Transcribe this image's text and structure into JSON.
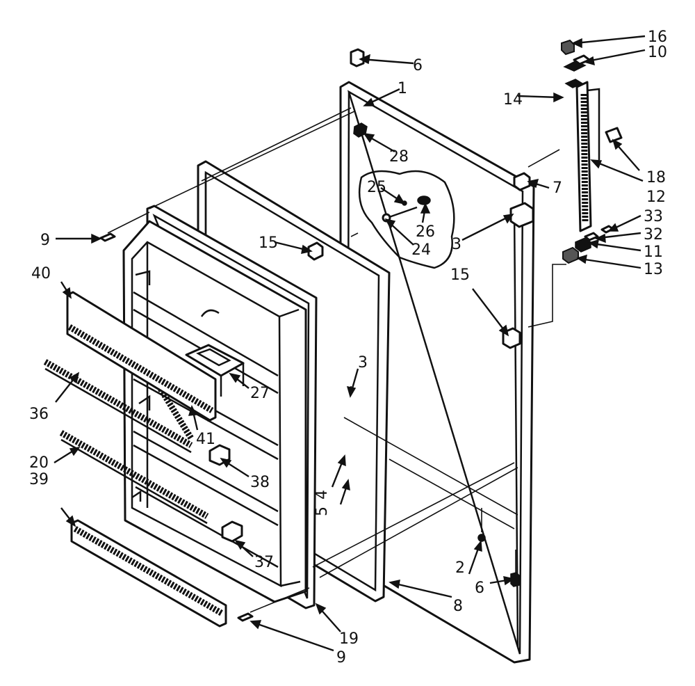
{
  "callouts": [
    {
      "id": "c1",
      "text": "1"
    },
    {
      "id": "c2",
      "text": "2"
    },
    {
      "id": "c3a",
      "text": "3"
    },
    {
      "id": "c3b",
      "text": "3"
    },
    {
      "id": "c5",
      "text": "5"
    },
    {
      "id": "c6a",
      "text": "6"
    },
    {
      "id": "c6b",
      "text": "6"
    },
    {
      "id": "c7",
      "text": "7"
    },
    {
      "id": "c8",
      "text": "8"
    },
    {
      "id": "c9a",
      "text": "9"
    },
    {
      "id": "c9b",
      "text": "9"
    },
    {
      "id": "c10",
      "text": "10"
    },
    {
      "id": "c11",
      "text": "11"
    },
    {
      "id": "c12",
      "text": "12"
    },
    {
      "id": "c13",
      "text": "13"
    },
    {
      "id": "c14",
      "text": "14"
    },
    {
      "id": "c15a",
      "text": "15"
    },
    {
      "id": "c15b",
      "text": "15"
    },
    {
      "id": "c16",
      "text": "16"
    },
    {
      "id": "c18",
      "text": "18"
    },
    {
      "id": "c19",
      "text": "19"
    },
    {
      "id": "c20",
      "text": "20"
    },
    {
      "id": "c24",
      "text": "24"
    },
    {
      "id": "c25",
      "text": "25"
    },
    {
      "id": "c26",
      "text": "26"
    },
    {
      "id": "c27",
      "text": "27"
    },
    {
      "id": "c28",
      "text": "28"
    },
    {
      "id": "c32",
      "text": "32"
    },
    {
      "id": "c33",
      "text": "33"
    },
    {
      "id": "c36",
      "text": "36"
    },
    {
      "id": "c37",
      "text": "37"
    },
    {
      "id": "c38",
      "text": "38"
    },
    {
      "id": "c39",
      "text": "39"
    },
    {
      "id": "c40",
      "text": "40"
    },
    {
      "id": "c41",
      "text": "41"
    }
  ]
}
